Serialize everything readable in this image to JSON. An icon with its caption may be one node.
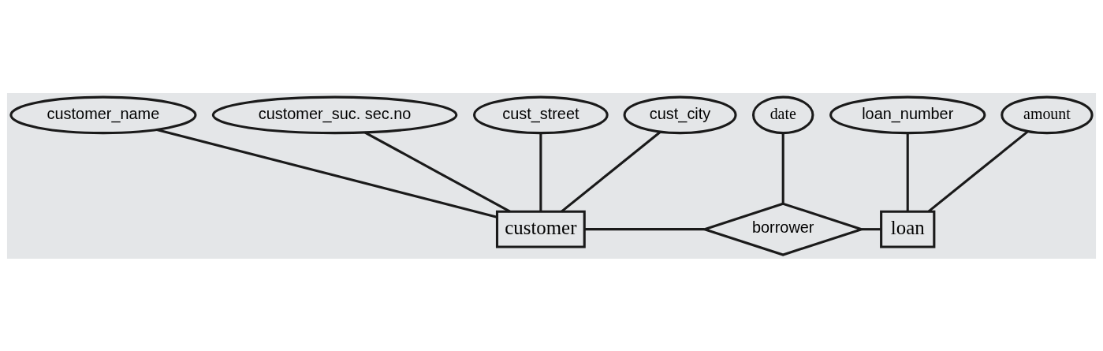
{
  "diagram": {
    "nodes": [
      {
        "text": [
          "customer_name"
        ]
      },
      {
        "text": [
          "customer_suc. sec.no"
        ]
      },
      {
        "text": [
          "cust_street"
        ]
      },
      {
        "text": [
          "cust_city"
        ]
      },
      {
        "text": [
          "date"
        ]
      },
      {
        "text": [
          "loan_number"
        ]
      },
      {
        "text": [
          "amount"
        ]
      },
      {
        "text": [
          "customer"
        ]
      },
      {
        "text": [
          "borrower"
        ]
      },
      {
        "text": [
          "loan"
        ]
      }
    ],
    "edges": [
      {
        "from": 0,
        "to": 7,
        "arrow": "none"
      },
      {
        "from": 1,
        "to": 7,
        "arrow": "none"
      },
      {
        "from": 2,
        "to": 7,
        "arrow": "none"
      },
      {
        "from": 3,
        "to": 7,
        "arrow": "none"
      },
      {
        "from": 7,
        "to": 8,
        "arrow": "none"
      },
      {
        "from": 4,
        "to": 8,
        "arrow": "none"
      },
      {
        "from": 8,
        "to": 9,
        "arrow": "none"
      },
      {
        "from": 5,
        "to": 9,
        "arrow": "none"
      },
      {
        "from": 6,
        "to": 9,
        "arrow": "none"
      }
    ]
  }
}
